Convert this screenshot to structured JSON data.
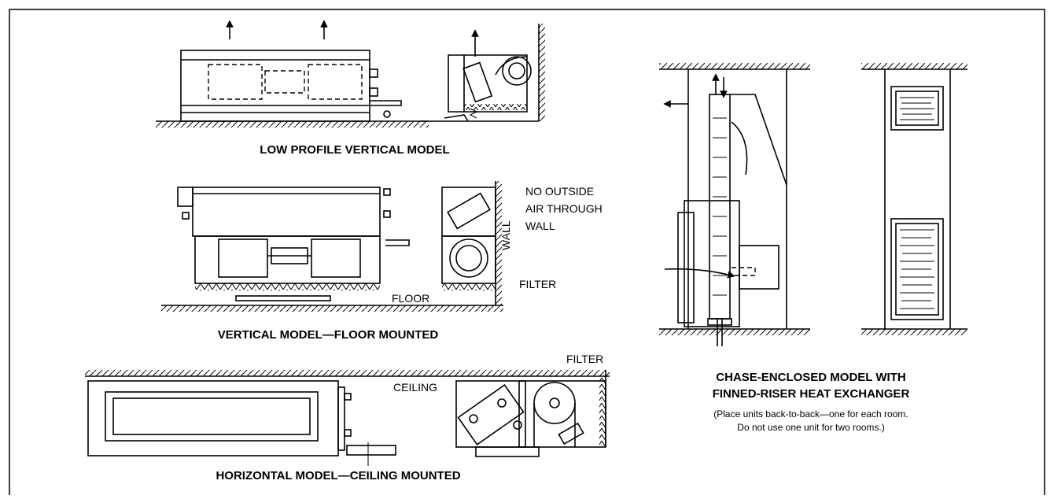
{
  "captions": {
    "low_profile": "LOW PROFILE VERTICAL MODEL",
    "vertical_floor": "VERTICAL MODEL—FLOOR MOUNTED",
    "horizontal_ceiling": "HORIZONTAL MODEL—CEILING MOUNTED",
    "chase_line1": "CHASE-ENCLOSED MODEL WITH",
    "chase_line2": "FINNED-RISER HEAT EXCHANGER"
  },
  "labels": {
    "no_outside_line1": "NO OUTSIDE",
    "no_outside_line2": "AIR THROUGH",
    "no_outside_line3": "WALL",
    "wall": "WALL",
    "filter_vertical": "FILTER",
    "floor": "FLOOR",
    "filter_horizontal": "FILTER",
    "ceiling": "CEILING"
  },
  "note": {
    "line1": "(Place units back-to-back—one for each room.",
    "line2": "Do not use one unit for two rooms.)"
  }
}
